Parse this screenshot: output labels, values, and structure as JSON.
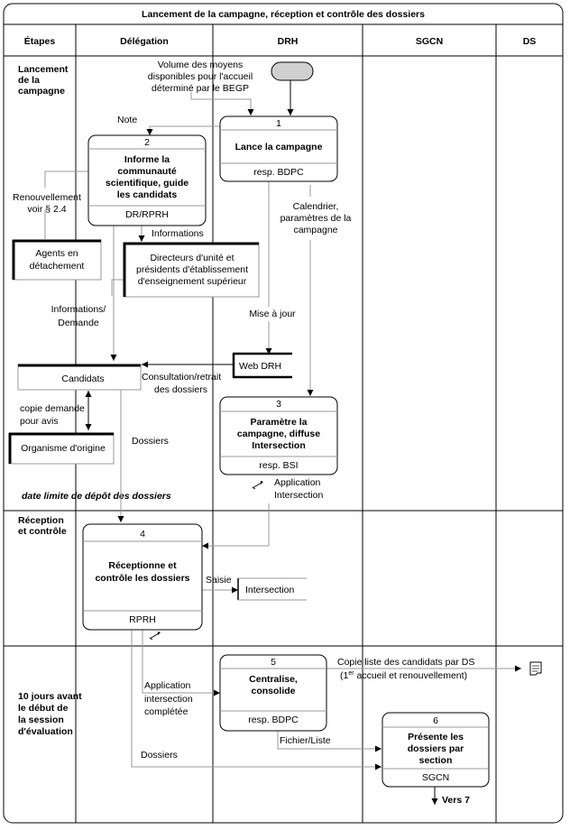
{
  "title": "Lancement de la campagne, réception et contrôle des dossiers",
  "columns": [
    "Étapes",
    "Délégation",
    "DRH",
    "SGCN",
    "DS"
  ],
  "phases": {
    "lancement": [
      "Lancement",
      "de la",
      "campagne"
    ],
    "reception": [
      "Réception",
      "et contrôle"
    ],
    "session": [
      "10 jours avant",
      "le début de",
      "la session",
      "d'évaluation"
    ]
  },
  "deadline": "date limite de dépôt des dossiers",
  "steps": [
    {
      "num": "1",
      "title": [
        "Lance la campagne"
      ],
      "resp": "resp. BDPC"
    },
    {
      "num": "2",
      "title": [
        "Informe la",
        "communauté",
        "scientifique, guide",
        "les candidats"
      ],
      "resp": "DR/RPRH"
    },
    {
      "num": "3",
      "title": [
        "Paramètre la",
        "campagne, diffuse",
        "Intersection"
      ],
      "resp": "resp. BSI"
    },
    {
      "num": "4",
      "title": [
        "Réceptionne et",
        "contrôle les dossiers"
      ],
      "resp": "RPRH"
    },
    {
      "num": "5",
      "title": [
        "Centralise,",
        "consolide"
      ],
      "resp": "resp. BDPC"
    },
    {
      "num": "6",
      "title": [
        "Présente les",
        "dossiers par",
        "section"
      ],
      "resp": "SGCN"
    }
  ],
  "stores": {
    "agents": [
      "Agents en",
      "détachement"
    ],
    "directeurs": [
      "Directeurs d'unité et",
      "présidents d'établissement",
      "d'enseignement supérieur"
    ],
    "candidats": "Candidats",
    "organisme": "Organisme d'origine",
    "webdrh": "Web DRH",
    "intersection": "Intersection"
  },
  "labels": {
    "volume": [
      "Volume des moyens",
      "disponibles pour l'accueil",
      "déterminé par le BEGP"
    ],
    "note": "Note",
    "renouvellement": [
      "Renouvellement",
      "voir § 2.4"
    ],
    "informations": "Informations",
    "calendrier": [
      "Calendrier,",
      "paramètres de la",
      "campagne"
    ],
    "info_demande": [
      "Informations/",
      "Demande"
    ],
    "mise_a_jour": "Mise à jour",
    "consultation": [
      "Consultation/retrait",
      "des dossiers"
    ],
    "copie": [
      "copie demande",
      "pour avis"
    ],
    "dossiers": "Dossiers",
    "application_inter": [
      "Application",
      "Intersection"
    ],
    "saisie": "Saisie",
    "application_completee": [
      "Application",
      "intersection",
      "complétée"
    ],
    "copie_liste": "Copie liste des candidats par DS",
    "copie_liste_sub_pre": "(1",
    "copie_liste_sup": "er",
    "copie_liste_sub_post": " accueil et renouvellement)",
    "fichier_liste": "Fichier/Liste",
    "dossiers2": "Dossiers",
    "vers7": "Vers 7"
  },
  "icons": [
    "start-terminal",
    "document-icon",
    "pen-icon"
  ]
}
